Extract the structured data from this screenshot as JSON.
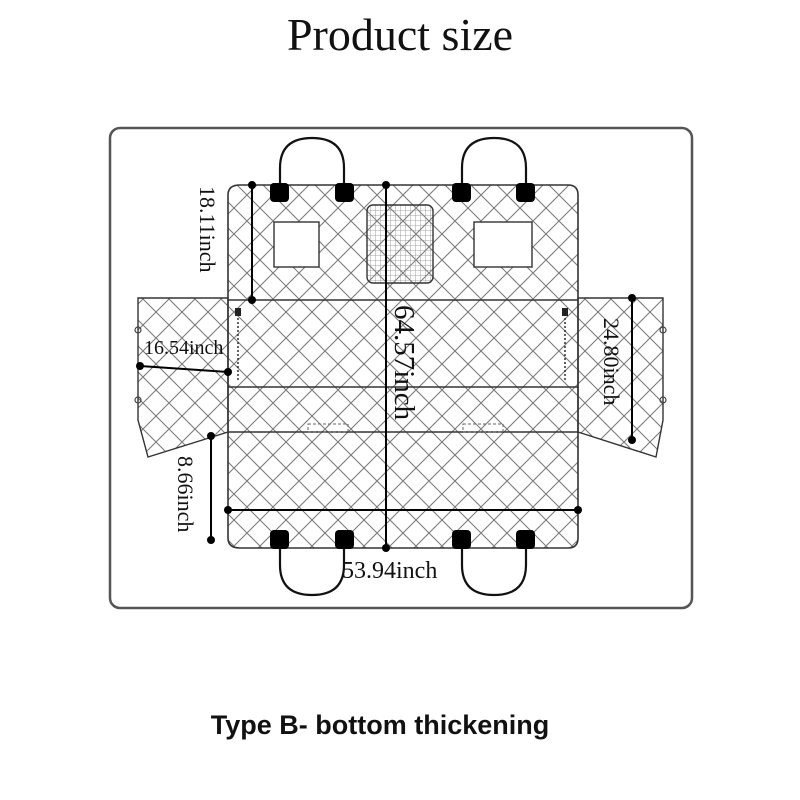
{
  "title": "Product size",
  "caption": "Type B- bottom thickening",
  "dimensions": {
    "top_height": "18.11inch",
    "total_length": "64.57inch",
    "side_flap": "16.54inch",
    "flap_height": "24.80inch",
    "bottom_flap": "8.66inch",
    "width": "53.94inch"
  }
}
